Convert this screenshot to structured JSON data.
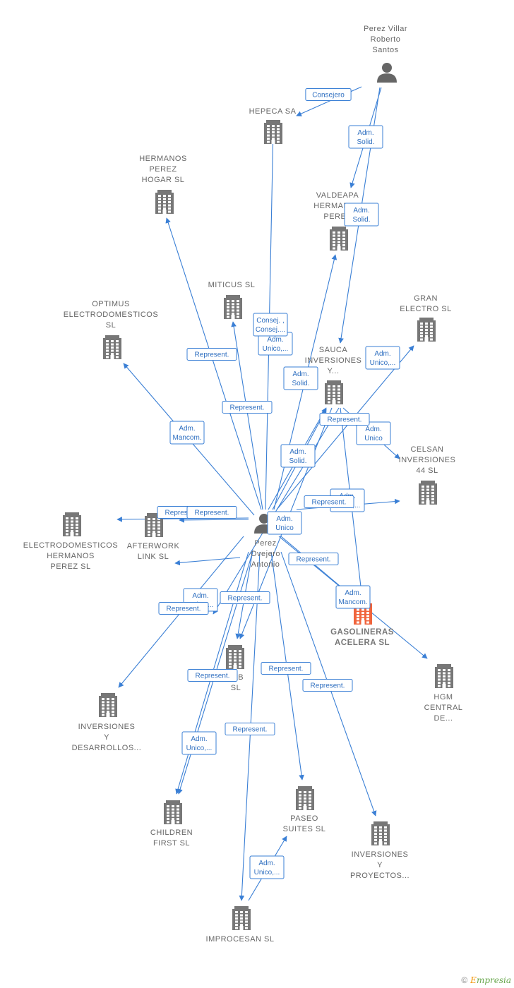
{
  "colors": {
    "edge": "#3a7fd5",
    "building": "#777777",
    "focus_building": "#f0643c",
    "person": "#666666"
  },
  "nodes": [
    {
      "id": "perez_villar",
      "kind": "person",
      "label": [
        "Perez Villar",
        "Roberto",
        "Santos"
      ]
    },
    {
      "id": "perez_ovejero",
      "kind": "person",
      "label": [
        "Perez",
        "Ovejero",
        "Antonio"
      ]
    },
    {
      "id": "hepeca",
      "kind": "company",
      "label": [
        "HEPECA SA"
      ]
    },
    {
      "id": "hermanos_perez_hogar",
      "kind": "company",
      "label": [
        "HERMANOS",
        "PEREZ",
        "HOGAR SL"
      ]
    },
    {
      "id": "valdeapa",
      "kind": "company",
      "label": [
        "VALDEAPA",
        "HERMANOS",
        "PEREZ"
      ]
    },
    {
      "id": "miticus",
      "kind": "company",
      "label": [
        "MITICUS SL"
      ]
    },
    {
      "id": "optimus",
      "kind": "company",
      "label": [
        "OPTIMUS",
        "ELECTRODOMESTICOS",
        "SL"
      ]
    },
    {
      "id": "gran_electro",
      "kind": "company",
      "label": [
        "GRAN",
        "ELECTRO  SL"
      ]
    },
    {
      "id": "sauca",
      "kind": "company",
      "label": [
        "SAUCA",
        "INVERSIONES",
        "Y..."
      ]
    },
    {
      "id": "celsan",
      "kind": "company",
      "label": [
        "CELSAN",
        "INVERSIONES",
        "44 SL"
      ]
    },
    {
      "id": "electro_hermanos",
      "kind": "company",
      "label": [
        "ELECTRODOMESTICOS",
        "HERMANOS",
        "PEREZ SL"
      ]
    },
    {
      "id": "afterwork",
      "kind": "company",
      "label": [
        "AFTERWORK",
        "LINK  SL"
      ]
    },
    {
      "id": "gasolineras",
      "kind": "focus",
      "label": [
        "GASOLINERAS",
        "ACELERA  SL"
      ]
    },
    {
      "id": "lab",
      "kind": "company",
      "label": [
        "LAB",
        "SL"
      ]
    },
    {
      "id": "hgm",
      "kind": "company",
      "label": [
        "HGM",
        "CENTRAL",
        "DE..."
      ]
    },
    {
      "id": "inv_desarrollos",
      "kind": "company",
      "label": [
        "INVERSIONES",
        "Y",
        "DESARROLLOS..."
      ]
    },
    {
      "id": "children",
      "kind": "company",
      "label": [
        "CHILDREN",
        "FIRST  SL"
      ]
    },
    {
      "id": "paseo",
      "kind": "company",
      "label": [
        "PASEO",
        "SUITES  SL"
      ]
    },
    {
      "id": "inv_proyectos",
      "kind": "company",
      "label": [
        "INVERSIONES",
        "Y",
        "PROYECTOS..."
      ]
    },
    {
      "id": "improcesan",
      "kind": "company",
      "label": [
        "IMPROCESAN SL"
      ]
    }
  ],
  "edges": [
    {
      "from": "perez_villar",
      "to": "hepeca",
      "label": [
        "Consejero"
      ]
    },
    {
      "from": "perez_villar",
      "to": "valdeapa",
      "label": [
        "Adm.",
        "Solid."
      ]
    },
    {
      "from": "perez_villar",
      "to": "sauca",
      "label": [
        "Adm.",
        "Solid."
      ]
    },
    {
      "from": "perez_ovejero",
      "to": "hepeca",
      "label": [
        "Adm.",
        "Unico,..."
      ]
    },
    {
      "from": "perez_ovejero",
      "to": "hermanos_perez_hogar",
      "label": [
        "Represent."
      ]
    },
    {
      "from": "perez_ovejero",
      "to": "valdeapa",
      "label": [
        "Adm.",
        "Solid."
      ]
    },
    {
      "from": "perez_ovejero",
      "to": "miticus",
      "label": [
        "Consej. ,",
        "Consej...."
      ]
    },
    {
      "from": "perez_ovejero",
      "to": "optimus",
      "label": [
        "Adm.",
        "Mancom."
      ]
    },
    {
      "from": "perez_ovejero",
      "to": "gran_electro",
      "label": [
        "Adm.",
        "Unico,..."
      ]
    },
    {
      "from": "perez_ovejero",
      "to": "sauca",
      "label": [
        "Represent."
      ]
    },
    {
      "from": "perez_ovejero",
      "to": "sauca",
      "label": [
        "Adm.",
        "Solid."
      ]
    },
    {
      "from": "sauca",
      "to": "celsan",
      "label": [
        "Adm.",
        "Unico"
      ]
    },
    {
      "from": "perez_ovejero",
      "to": "celsan",
      "label": [
        "Adm.",
        "Unico,..."
      ]
    },
    {
      "from": "perez_ovejero",
      "to": "electro_hermanos",
      "label": [
        "Represent."
      ]
    },
    {
      "from": "perez_ovejero",
      "to": "afterwork",
      "label": [
        "Represent."
      ]
    },
    {
      "from": "perez_ovejero",
      "to": "gasolineras",
      "label": [
        "Represent."
      ]
    },
    {
      "from": "sauca",
      "to": "gasolineras",
      "label": [
        "Adm.",
        "Mancom."
      ]
    },
    {
      "from": "perez_ovejero",
      "to": "hgm",
      "label": [
        "Represent."
      ]
    },
    {
      "from": "perez_ovejero",
      "to": "lab",
      "label": [
        "Represent."
      ]
    },
    {
      "from": "perez_ovejero",
      "to": "afterwork",
      "label": [
        "Adm.",
        "Unico,..."
      ]
    },
    {
      "from": "perez_ovejero",
      "to": "inv_desarrollos",
      "label": [
        "Represent."
      ]
    },
    {
      "from": "perez_ovejero",
      "to": "children",
      "label": [
        "Represent."
      ]
    },
    {
      "from": "perez_ovejero",
      "to": "children",
      "label": [
        "Adm.",
        "Unico,..."
      ]
    },
    {
      "from": "perez_ovejero",
      "to": "paseo",
      "label": [
        "Represent."
      ]
    },
    {
      "from": "perez_ovejero",
      "to": "inv_proyectos",
      "label": [
        "Represent."
      ]
    },
    {
      "from": "perez_ovejero",
      "to": "improcesan",
      "label": [
        "Represent."
      ]
    },
    {
      "from": "improcesan",
      "to": "paseo",
      "label": [
        "Adm.",
        "Unico,..."
      ]
    },
    {
      "from": "sauca",
      "to": "lab",
      "label": [
        "Adm.",
        "Unico"
      ]
    },
    {
      "from": "sauca",
      "to": "gran_electro",
      "label": [
        "Represent."
      ]
    }
  ],
  "footer": {
    "copyright": "©",
    "brand_initial": "E",
    "brand_rest": "mpresia"
  }
}
